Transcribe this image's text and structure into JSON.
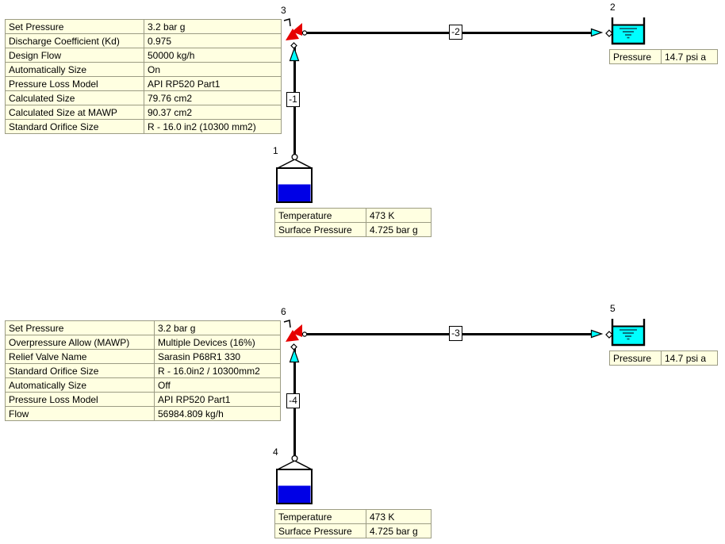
{
  "colors": {
    "table_bg": "#ffffe1",
    "table_border": "#9c9c84",
    "pipe_black": "#000000",
    "valve_red": "#e60000",
    "flow_cyan": "#00ffff",
    "liquid_blue": "#0000e6",
    "sink_fill": "#00ffff"
  },
  "icons": {
    "relief-valve-icon": "red angle relief valve with lever",
    "flow-arrow-icon": "cyan flow direction arrow",
    "connector-diamond-icon": "white diamond connection port",
    "connector-circle-icon": "white circle connection port",
    "source-vessel-icon": "tank holding blue liquid with roof hitch",
    "sink-tank-icon": "open tank with cyan liquid and level marks"
  },
  "sections": [
    {
      "name": "relief-valve-case-1",
      "valve_label": "3",
      "source_label": "1",
      "sink_label": "2",
      "inlet_pipe_label": "-1",
      "outlet_pipe_label": "-2",
      "prv_table": {
        "rows": [
          [
            "Set Pressure",
            "3.2 bar g"
          ],
          [
            "Discharge Coefficient (Kd)",
            "0.975"
          ],
          [
            "Design Flow",
            "50000 kg/h"
          ],
          [
            "Automatically Size",
            "On"
          ],
          [
            "Pressure Loss Model",
            "API RP520 Part1"
          ],
          [
            "Calculated Size",
            "79.76 cm2"
          ],
          [
            "Calculated Size at MAWP",
            "90.37 cm2"
          ],
          [
            "Standard Orifice Size",
            "R - 16.0 in2  (10300 mm2)"
          ]
        ]
      },
      "sink_table": {
        "rows": [
          [
            "Pressure",
            "14.7 psi a"
          ]
        ]
      },
      "source_table": {
        "rows": [
          [
            "Temperature",
            "473 K"
          ],
          [
            "Surface Pressure",
            "4.725 bar g"
          ]
        ]
      }
    },
    {
      "name": "relief-valve-case-2",
      "valve_label": "6",
      "source_label": "4",
      "sink_label": "5",
      "inlet_pipe_label": "-4",
      "outlet_pipe_label": "-3",
      "prv_table": {
        "rows": [
          [
            "Set Pressure",
            "3.2 bar g"
          ],
          [
            "Overpressure Allow (MAWP)",
            "Multiple Devices (16%)"
          ],
          [
            "Relief Valve Name",
            "Sarasin P68R1 330"
          ],
          [
            "Standard Orifice Size",
            "R - 16.0in2 / 10300mm2"
          ],
          [
            "Automatically Size",
            "Off"
          ],
          [
            "Pressure Loss Model",
            "API RP520 Part1"
          ],
          [
            "Flow",
            "56984.809 kg/h"
          ]
        ]
      },
      "sink_table": {
        "rows": [
          [
            "Pressure",
            "14.7 psi a"
          ]
        ]
      },
      "source_table": {
        "rows": [
          [
            "Temperature",
            "473 K"
          ],
          [
            "Surface Pressure",
            "4.725 bar g"
          ]
        ]
      }
    }
  ]
}
